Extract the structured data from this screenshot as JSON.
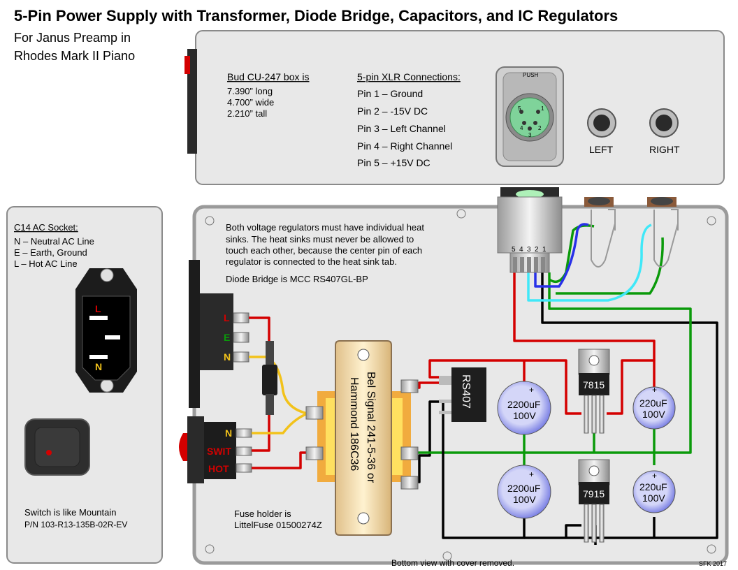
{
  "title": "5-Pin Power Supply with Transformer, Diode Bridge, Capacitors, and IC Regulators",
  "subtitle_line1": "For Janus Preamp in",
  "subtitle_line2": "Rhodes Mark II Piano",
  "box": {
    "heading": "Bud CU-247 box is",
    "dims": [
      "7.390” long",
      "4.700” wide",
      "2.210” tall"
    ]
  },
  "xlr": {
    "heading": "5-pin XLR Connections:",
    "pins": [
      "Pin 1 –  Ground",
      "Pin 2 –  -15V DC",
      "Pin 3 –  Left Channel",
      "Pin 4 –  Right Channel",
      "Pin 5 –  +15V DC"
    ],
    "push_label": "PUSH",
    "pin_numbers_face": [
      "5",
      "1",
      "4",
      "2",
      "3"
    ],
    "pin_numbers_rear": [
      "5",
      "4",
      "3",
      "2",
      "1"
    ]
  },
  "jacks": {
    "left": "LEFT",
    "right": "RIGHT"
  },
  "c14": {
    "heading": "C14 AC Socket:",
    "lines": [
      "N – Neutral AC Line",
      "E – Earth, Ground",
      "L  – Hot AC Line"
    ],
    "socket_labels": [
      "L",
      "N"
    ]
  },
  "switch_note": {
    "line1": "Switch is like Mountain",
    "line2": "P/N 103-R13-135B-02R-EV"
  },
  "notes": {
    "heatsink": [
      "Both voltage regulators must have individual heat",
      "sinks.  The heat sinks must never be allowed to",
      "touch each other, because the center pin of each",
      "regulator is connected to the heat sink tab."
    ],
    "diode": "Diode Bridge is MCC RS407GL-BP",
    "fuse_line1": "Fuse holder is",
    "fuse_line2": "LittelFuse 01500274Z"
  },
  "ac_terminals": [
    "L",
    "E",
    "N"
  ],
  "switch_terminals": [
    "N",
    "SWIT",
    "HOT"
  ],
  "transformer": {
    "line1": "Bel Signal 241-5-36 or",
    "line2": "Hammond 186C36"
  },
  "bridge": "RS407",
  "caps": {
    "big": [
      "2200uF",
      "100V"
    ],
    "small": [
      "220uF",
      "100V"
    ],
    "plus": "+"
  },
  "regulators": {
    "positive": "7815",
    "negative": "7915"
  },
  "footer": {
    "caption": "Bottom view with cover removed.",
    "credit": "SFK 2017"
  },
  "colors": {
    "red": "#d40000",
    "green": "#0a9a0a",
    "yellow": "#f2c21a",
    "black": "#000000",
    "blue": "#2830e8",
    "cyan": "#40e8f8",
    "xlr_green": "#7fd39a",
    "cap_blue": "#7a80e8",
    "panel": "#e8e8e8"
  }
}
